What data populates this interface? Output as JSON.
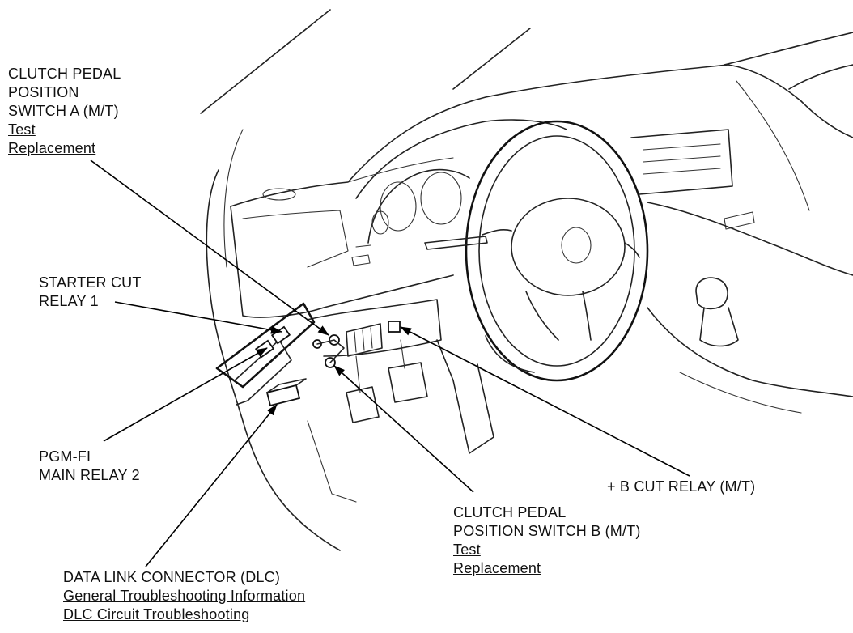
{
  "callouts": {
    "clutch_switch_a": {
      "line1": "CLUTCH PEDAL",
      "line2": "POSITION",
      "line3": "SWITCH A (M/T)",
      "test": "Test",
      "replacement": "Replacement"
    },
    "starter_cut_relay": {
      "line1": "STARTER CUT",
      "line2": "RELAY 1"
    },
    "pgm_fi_relay": {
      "line1": "PGM-FI",
      "line2": "MAIN RELAY 2"
    },
    "b_cut_relay": {
      "line1": "+ B CUT RELAY (M/T)"
    },
    "clutch_switch_b": {
      "line1": "CLUTCH PEDAL",
      "line2": "POSITION SWITCH B (M/T)",
      "test": "Test",
      "replacement": "Replacement"
    },
    "dlc": {
      "line1": "DATA LINK CONNECTOR (DLC)",
      "link1": "General Troubleshooting Information",
      "link2": "DLC Circuit Troubleshooting"
    }
  }
}
